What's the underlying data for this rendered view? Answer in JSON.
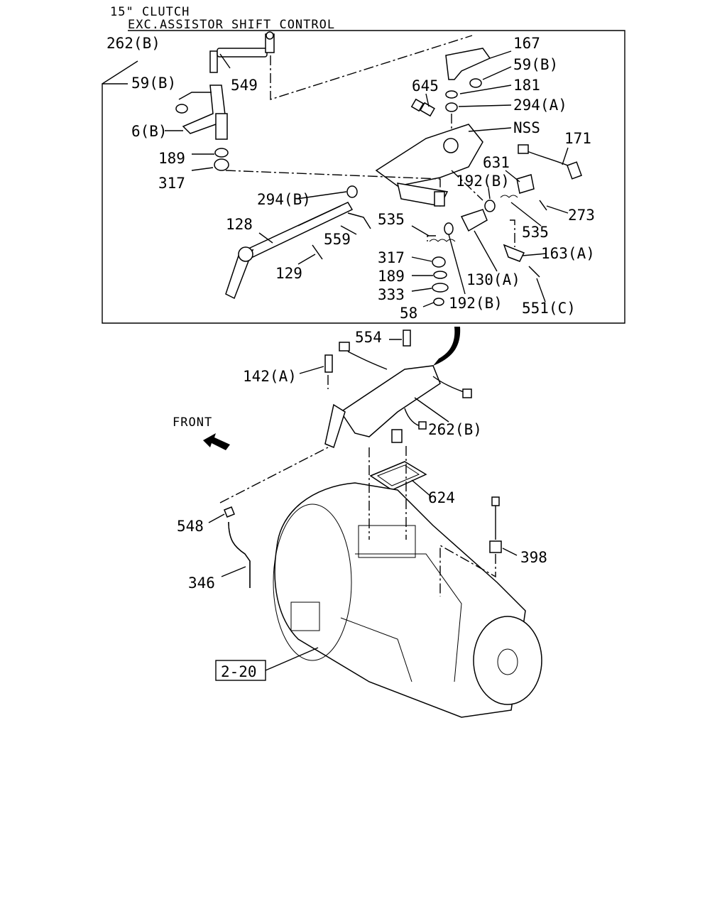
{
  "header": {
    "line1": "15\" CLUTCH",
    "line2": "EXC.ASSISTOR SHIFT CONTROL"
  },
  "labels": {
    "l262b_top": "262(B)",
    "l59b_left": "59(B)",
    "l549": "549",
    "l6b": "6(B)",
    "l189_left": "189",
    "l317_left": "317",
    "l167": "167",
    "l59b_right": "59(B)",
    "l645": "645",
    "l181": "181",
    "l294a": "294(A)",
    "lnss": "NSS",
    "l171": "171",
    "l631": "631",
    "l192b_a": "192(B)",
    "l294b": "294(B)",
    "l273": "273",
    "l128": "128",
    "l535_a": "535",
    "l535_b": "535",
    "l559": "559",
    "l163a": "163(A)",
    "l317_mid": "317",
    "l130a": "130(A)",
    "l129": "129",
    "l189_mid": "189",
    "l333": "333",
    "l58": "58",
    "l192b_b": "192(B)",
    "l551c": "551(C)",
    "l554": "554",
    "l142a": "142(A)",
    "l262b_low": "262(B)",
    "lfront": "FRONT",
    "l624": "624",
    "l548": "548",
    "l398": "398",
    "l346": "346",
    "lref": "2-20"
  }
}
